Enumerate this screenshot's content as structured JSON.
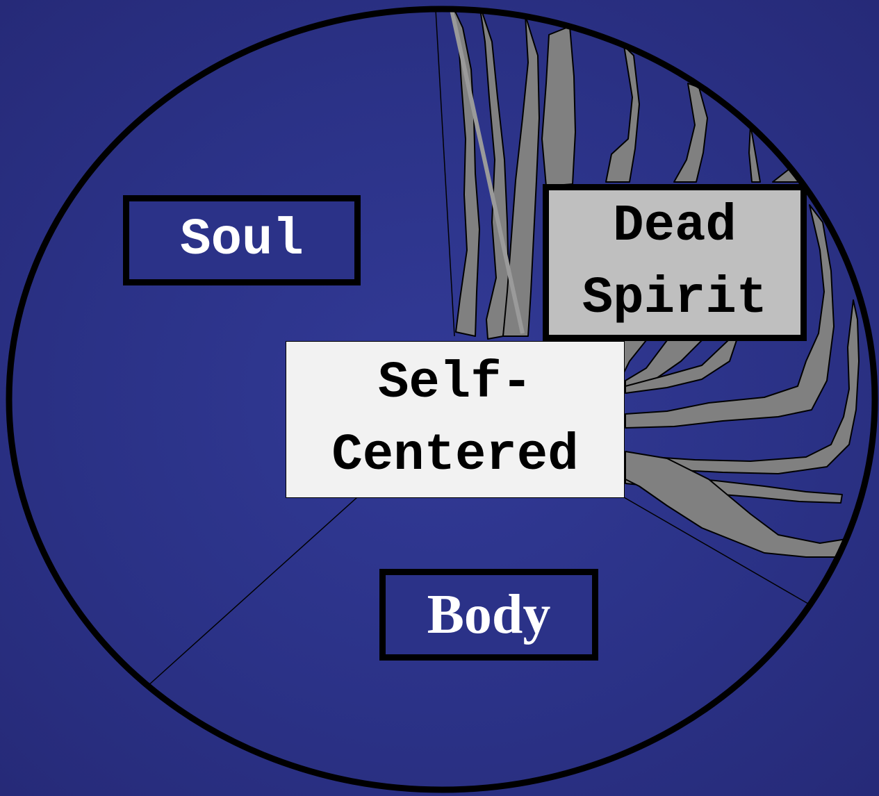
{
  "diagram": {
    "labels": {
      "soul": "Soul",
      "dead_spirit": "Dead\nSpirit",
      "self_centered": "Self-\nCentered",
      "body": "Body"
    },
    "colors": {
      "background": "#2b3287",
      "circle_outline": "#000000",
      "crack_fill": "#808080",
      "spirit_box_fill": "#bfbfbf",
      "self_box_fill": "#f2f2f2",
      "label_box_fill": "#2b3288",
      "light_text": "#ffffff",
      "dark_text": "#000000"
    }
  }
}
